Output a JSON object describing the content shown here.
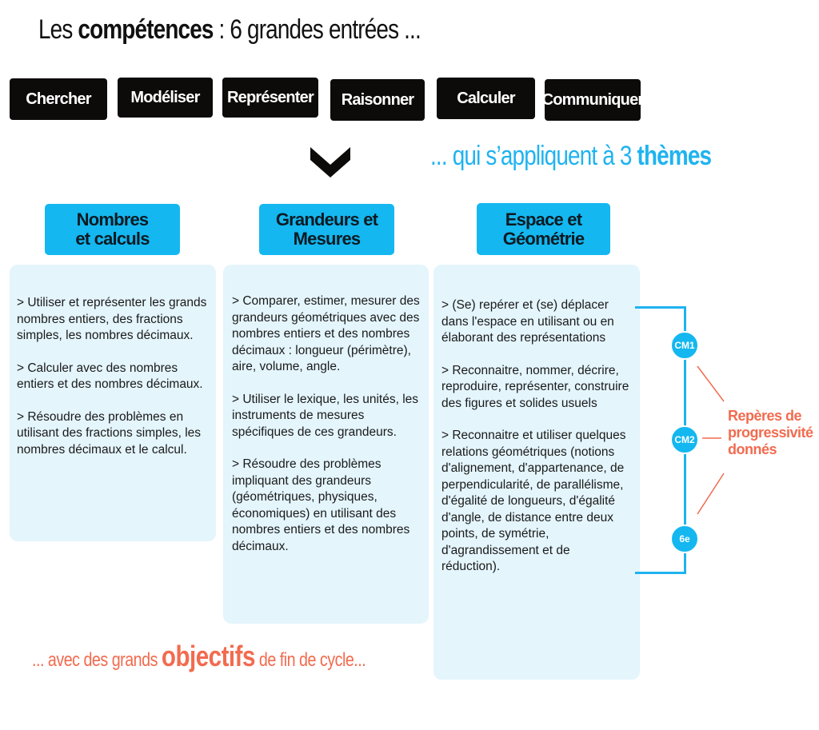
{
  "title": {
    "prefix": "Les",
    "bold": "compétences",
    "suffix": ": 6 grandes entrées ..."
  },
  "competences": [
    "Chercher",
    "Modéliser",
    "Représenter",
    "Raisonner",
    "Calculer",
    "Communiquer"
  ],
  "themes_caption": {
    "prefix": "... qui s’appliquent à 3",
    "bold": "thèmes"
  },
  "themes": [
    {
      "label": "Nombres\net calculs",
      "items": [
        "> Utiliser et représenter les grands nombres entiers, des fractions simples, les nombres décimaux.",
        "> Calculer avec des nombres entiers et des nombres décimaux.",
        "> Résoudre des problèmes en utilisant des fractions simples, les nombres décimaux et le calcul."
      ]
    },
    {
      "label": "Grandeurs et\nMesures",
      "items": [
        ">  Comparer, estimer, mesurer des grandeurs géométriques avec des nombres entiers et des nombres décimaux : longueur (périmètre), aire, volume, angle.",
        "> Utiliser le lexique, les unités, les instruments de mesures spécifiques de ces grandeurs.",
        "> Résoudre des problèmes impliquant des grandeurs (géométriques, physiques, économiques) en utilisant des nombres entiers et des nombres décimaux."
      ]
    },
    {
      "label": "Espace et\nGéométrie",
      "items": [
        "> (Se) repérer et (se) déplacer dans l'espace en utilisant ou en élaborant des représentations",
        "> Reconnaitre, nommer, décrire, reproduire, représenter, construire des figures et solides usuels",
        "> Reconnaitre et utiliser quelques relations géométriques (notions d'alignement, d'appartenance, de perpendicularité, de parallélisme, d'égalité de longueurs, d'égalité d'angle, de distance entre deux points, de symétrie, d'agrandissement et de réduction)."
      ]
    }
  ],
  "progression": {
    "markers": [
      "CM1",
      "CM2",
      "6e"
    ],
    "label": "Repères de\nprogressivité\ndonnés"
  },
  "objectifs": {
    "prefix": "... avec des grands",
    "bold": "objectifs",
    "suffix": "de fin de cycle..."
  },
  "colors": {
    "blue": "#14b7f0",
    "orange": "#f26b4f",
    "dark": "#0d0b0a",
    "panel": "#e4f5fc"
  }
}
